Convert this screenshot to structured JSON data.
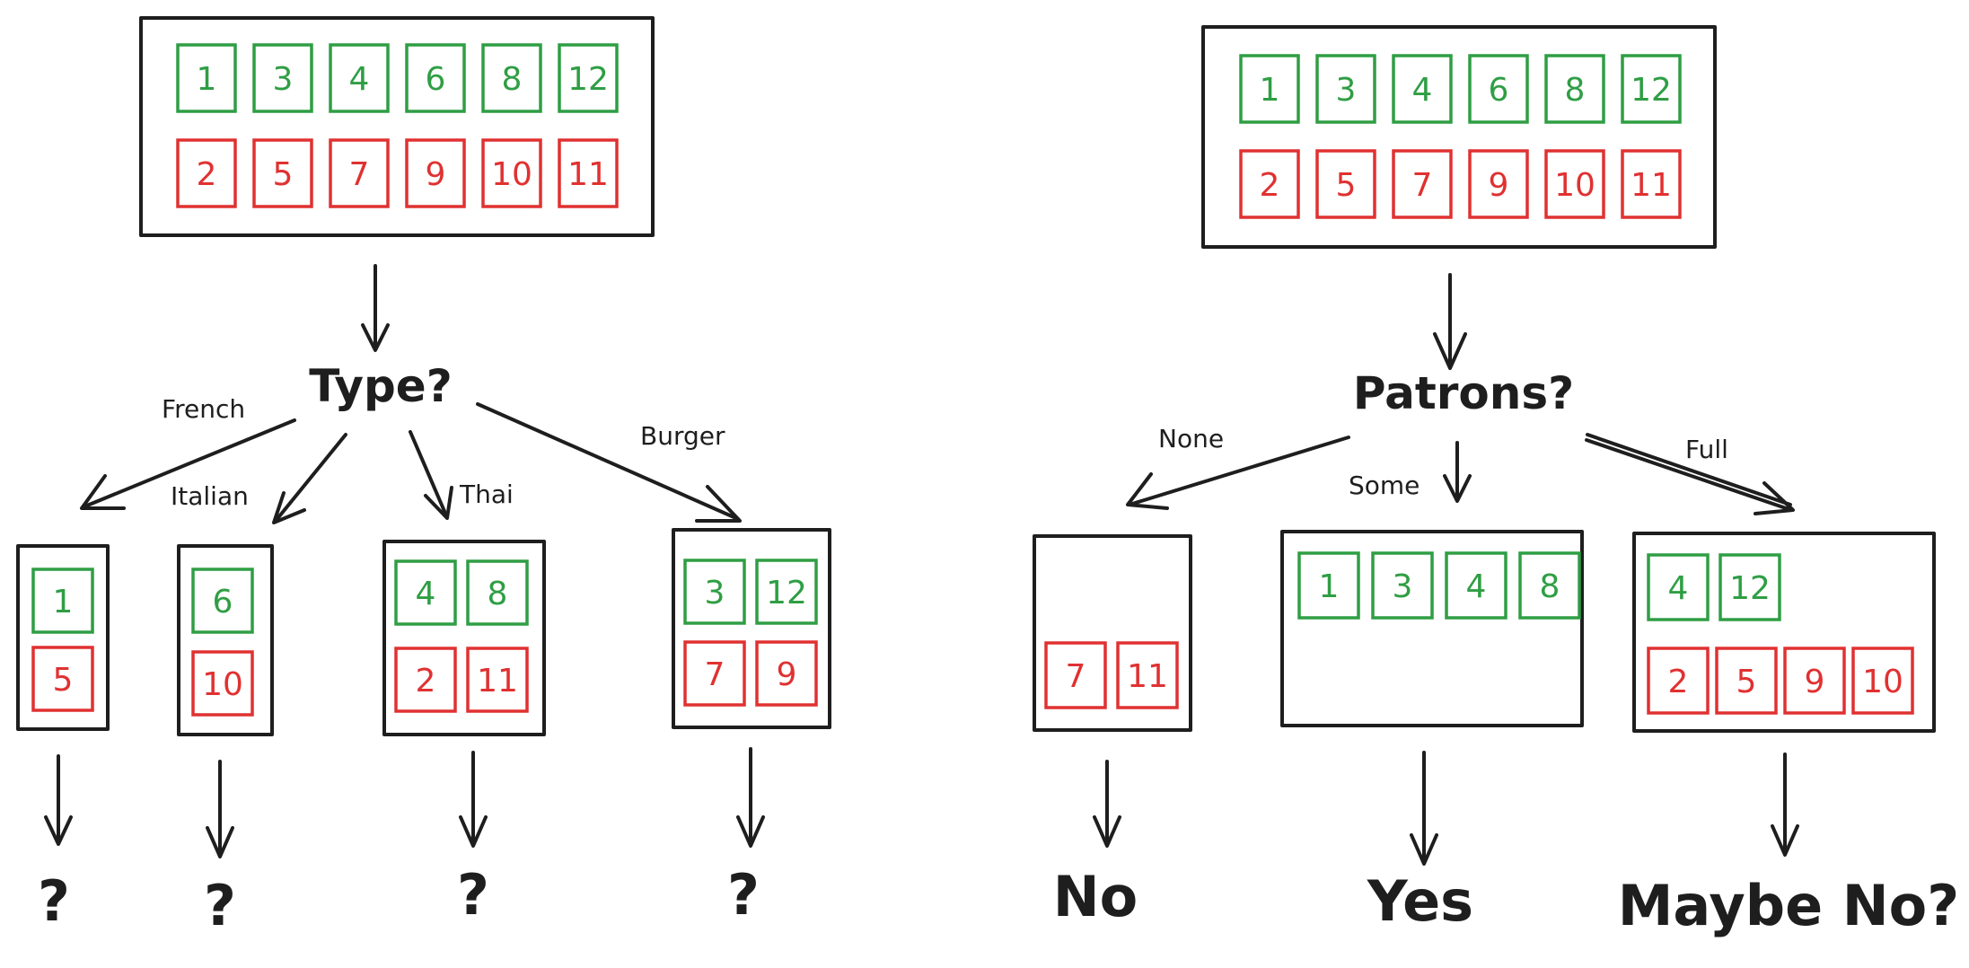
{
  "left_tree": {
    "question": "Type?",
    "root": {
      "positive": [
        "1",
        "3",
        "4",
        "6",
        "8",
        "12"
      ],
      "negative": [
        "2",
        "5",
        "7",
        "9",
        "10",
        "11"
      ]
    },
    "branches": [
      {
        "label": "French",
        "positive": [
          "1"
        ],
        "negative": [
          "5"
        ],
        "outcome": "?"
      },
      {
        "label": "Italian",
        "positive": [
          "6"
        ],
        "negative": [
          "10"
        ],
        "outcome": "?"
      },
      {
        "label": "Thai",
        "positive": [
          "4",
          "8"
        ],
        "negative": [
          "2",
          "11"
        ],
        "outcome": "?"
      },
      {
        "label": "Burger",
        "positive": [
          "3",
          "12"
        ],
        "negative": [
          "7",
          "9"
        ],
        "outcome": "?"
      }
    ]
  },
  "right_tree": {
    "question": "Patrons?",
    "root": {
      "positive": [
        "1",
        "3",
        "4",
        "6",
        "8",
        "12"
      ],
      "negative": [
        "2",
        "5",
        "7",
        "9",
        "10",
        "11"
      ]
    },
    "branches": [
      {
        "label": "None",
        "positive": [],
        "negative": [
          "7",
          "11"
        ],
        "outcome": "No"
      },
      {
        "label": "Some",
        "positive": [
          "1",
          "3",
          "4",
          "8"
        ],
        "negative": [],
        "outcome": "Yes"
      },
      {
        "label": "Full",
        "positive": [
          "4",
          "12"
        ],
        "negative": [
          "2",
          "5",
          "9",
          "10"
        ],
        "outcome": "Maybe No?"
      }
    ]
  },
  "colors": {
    "positive": "#2f9e44",
    "negative": "#e03131",
    "ink": "#1e1e1e"
  }
}
